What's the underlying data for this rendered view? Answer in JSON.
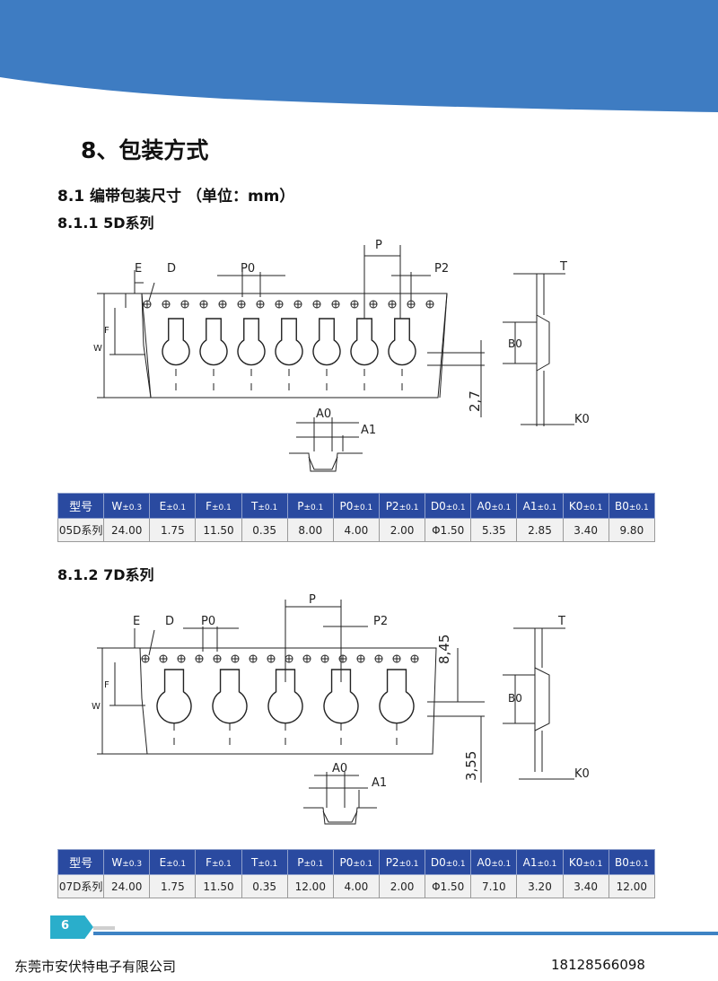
{
  "section_title": "8、包装方式",
  "subsection_title": "8.1 编带包装尺寸 （单位：mm）",
  "series_5d": {
    "heading": "8.1.1  5D系列",
    "dims": {
      "E": "E",
      "D": "D",
      "P0": "P0",
      "P": "P",
      "P2": "P2",
      "T": "T",
      "W": "W",
      "F": "F",
      "B0": "B0",
      "K0": "K0",
      "A0": "A0",
      "A1": "A1",
      "depth": "2,7"
    }
  },
  "series_7d": {
    "heading": "8.1.2  7D系列",
    "dims": {
      "E": "E",
      "D": "D",
      "P0": "P0",
      "P": "P",
      "P2": "P2",
      "T": "T",
      "W": "W",
      "F": "F",
      "B0": "B0",
      "K0": "K0",
      "A0": "A0",
      "A1": "A1",
      "width": "8,45",
      "depth": "3,55"
    }
  },
  "table_headers": [
    {
      "main": "型号",
      "suffix": ""
    },
    {
      "main": "W",
      "suffix": "±0.3"
    },
    {
      "main": "E",
      "suffix": "±0.1"
    },
    {
      "main": "F",
      "suffix": "±0.1"
    },
    {
      "main": "T",
      "suffix": "±0.1"
    },
    {
      "main": "P",
      "suffix": "±0.1"
    },
    {
      "main": "P0",
      "suffix": "±0.1"
    },
    {
      "main": "P2",
      "suffix": "±0.1"
    },
    {
      "main": "D0",
      "suffix": "±0.1"
    },
    {
      "main": "A0",
      "suffix": "±0.1"
    },
    {
      "main": "A1",
      "suffix": "±0.1"
    },
    {
      "main": "K0",
      "suffix": "±0.1"
    },
    {
      "main": "B0",
      "suffix": "±0.1"
    }
  ],
  "table_5d": [
    "05D系列",
    "24.00",
    "1.75",
    "11.50",
    "0.35",
    "8.00",
    "4.00",
    "2.00",
    "Φ1.50",
    "5.35",
    "2.85",
    "3.40",
    "9.80"
  ],
  "table_7d": [
    "07D系列",
    "24.00",
    "1.75",
    "11.50",
    "0.35",
    "12.00",
    "4.00",
    "2.00",
    "Φ1.50",
    "7.10",
    "3.20",
    "3.40",
    "12.00"
  ],
  "page_number": "6",
  "company": "东莞市安伏特电子有限公司",
  "phone": "18128566098",
  "colors": {
    "header_blue": "#3e7cc2",
    "table_header": "#2a4aa0",
    "page_tab": "#2aaecb"
  }
}
